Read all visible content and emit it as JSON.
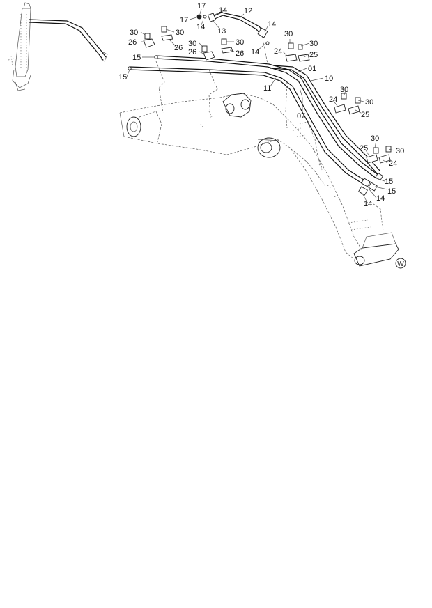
{
  "diagram": {
    "callouts": [
      {
        "id": "c17a",
        "text": "17"
      },
      {
        "id": "c17b",
        "text": "17"
      },
      {
        "id": "c14a",
        "text": "14"
      },
      {
        "id": "c14b",
        "text": "14"
      },
      {
        "id": "c12",
        "text": "12"
      },
      {
        "id": "c13",
        "text": "13"
      },
      {
        "id": "c14c",
        "text": "14"
      },
      {
        "id": "c14d",
        "text": "14"
      },
      {
        "id": "c30a",
        "text": "30"
      },
      {
        "id": "c30b",
        "text": "30"
      },
      {
        "id": "c26a",
        "text": "26"
      },
      {
        "id": "c26b",
        "text": "26"
      },
      {
        "id": "c30c",
        "text": "30"
      },
      {
        "id": "c30d",
        "text": "30"
      },
      {
        "id": "c26c",
        "text": "26"
      },
      {
        "id": "c26d",
        "text": "26"
      },
      {
        "id": "c15a",
        "text": "15"
      },
      {
        "id": "c15b",
        "text": "15"
      },
      {
        "id": "c30e",
        "text": "30"
      },
      {
        "id": "c30f",
        "text": "30"
      },
      {
        "id": "c24a",
        "text": "24"
      },
      {
        "id": "c25a",
        "text": "25"
      },
      {
        "id": "c01",
        "text": "01"
      },
      {
        "id": "c10",
        "text": "10"
      },
      {
        "id": "c11",
        "text": "11"
      },
      {
        "id": "c07",
        "text": "07"
      },
      {
        "id": "c24b",
        "text": "24"
      },
      {
        "id": "c30g",
        "text": "30"
      },
      {
        "id": "c30h",
        "text": "30"
      },
      {
        "id": "c25b",
        "text": "25"
      },
      {
        "id": "c30i",
        "text": "30"
      },
      {
        "id": "c25c",
        "text": "25"
      },
      {
        "id": "c30j",
        "text": "30"
      },
      {
        "id": "c24c",
        "text": "24"
      },
      {
        "id": "c15c",
        "text": "15"
      },
      {
        "id": "c15d",
        "text": "15"
      },
      {
        "id": "c14e",
        "text": "14"
      },
      {
        "id": "c14f",
        "text": "14"
      }
    ],
    "mark": "W"
  }
}
